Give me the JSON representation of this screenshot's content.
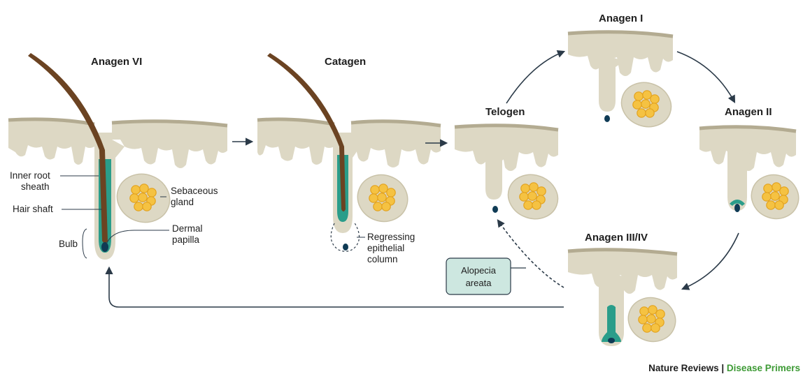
{
  "colors": {
    "skin": "#ddd8c4",
    "skin_dark": "#b3ab91",
    "skin_outline": "#c9c2a8",
    "teal": "#2a9d8a",
    "teal_light": "#cde7e0",
    "papilla": "#0f3b55",
    "hair": "#6b4322",
    "fat": "#f5c242",
    "fat_outline": "#e2a21f",
    "arrow": "#2b3a48",
    "credit_green": "#3d9a35"
  },
  "stages": {
    "anagen_vi": "Anagen VI",
    "catagen": "Catagen",
    "telogen": "Telogen",
    "anagen_i": "Anagen I",
    "anagen_ii": "Anagen II",
    "anagen_iii_iv": "Anagen III/IV"
  },
  "labels": {
    "inner_root_sheath": [
      "Inner root",
      "sheath"
    ],
    "hair_shaft": "Hair shaft",
    "bulb": "Bulb",
    "sebaceous_gland": [
      "Sebaceous",
      "gland"
    ],
    "dermal_papilla": [
      "Dermal",
      "papilla"
    ],
    "regressing_epithelial_column": [
      "Regressing",
      "epithelial",
      "column"
    ],
    "alopecia_areata": [
      "Alopecia",
      "areata"
    ]
  },
  "credit": {
    "publisher": "Nature Reviews",
    "separator": " | ",
    "series": "Disease Primers"
  }
}
